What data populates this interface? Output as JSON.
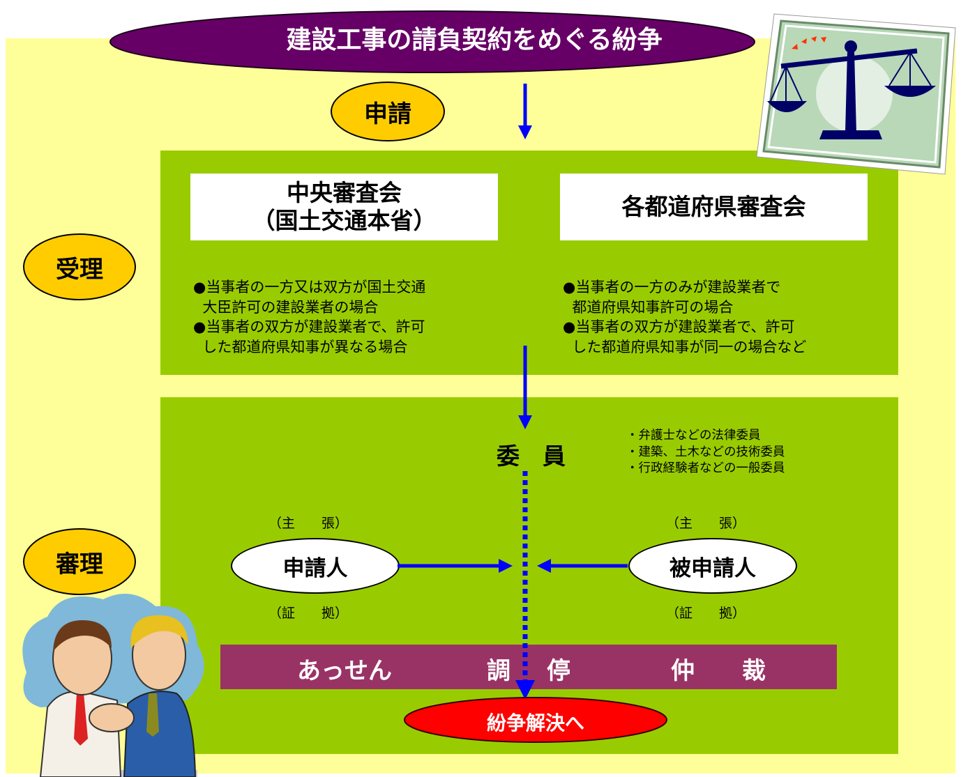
{
  "title": "建設工事の請負契約をめぐる紛争",
  "stages": {
    "apply": "申請",
    "accept": "受理",
    "hearing": "審理"
  },
  "committees": {
    "central": {
      "line1": "中央審査会",
      "line2": "（国土交通本省）",
      "bullets": "●当事者の一方又は双方が国土交通\n  大臣許可の建設業者の場合\n●当事者の双方が建設業者で、許可\n  した都道府県知事が異なる場合"
    },
    "prefectural": {
      "label": "各都道府県審査会",
      "bullets": "●当事者の一方のみが建設業者で\n  都道府県知事許可の場合\n●当事者の双方が建設業者で、許可\n  した都道府県知事が同一の場合など"
    }
  },
  "committee_members": {
    "label": "委　員",
    "types": "・弁護士などの法律委員\n・建築、土木などの技術委員\n・行政経験者などの一般委員"
  },
  "parties": {
    "applicant": "申請人",
    "respondent": "被申請人",
    "claim": "（主　　張）",
    "evidence": "（証　　拠）"
  },
  "procedures": {
    "mediation": "あっせん",
    "conciliation_1": "調",
    "conciliation_2": "停",
    "arbitration": "仲　　裁"
  },
  "resolution": "紛争解決へ",
  "colors": {
    "background": "#ffff99",
    "panel": "#99cc00",
    "stage_oval": "#ffcc00",
    "title_ellipse": "#660066",
    "arrow": "#0000ff",
    "procedure_bar": "#993366",
    "resolution_ellipse": "#ff0000"
  }
}
